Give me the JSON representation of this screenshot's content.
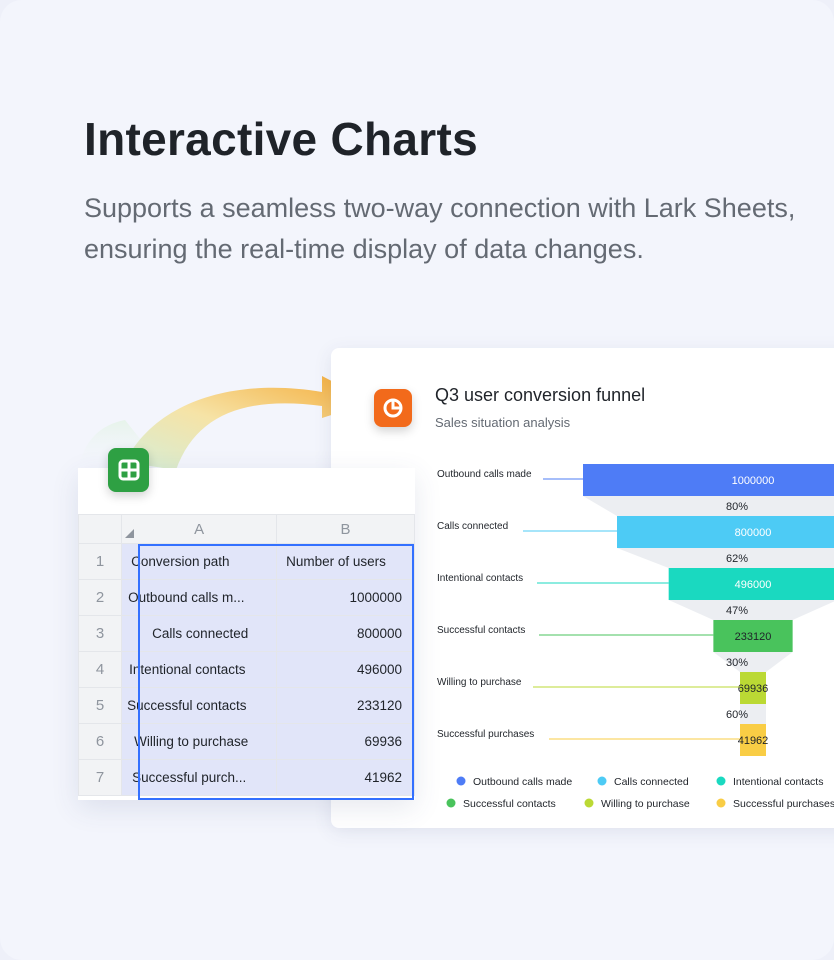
{
  "header": {
    "title": "Interactive Charts",
    "subtitle": "Supports a seamless two-way connection with Lark Sheets, ensuring the real-time display of data changes."
  },
  "icons": {
    "chart_app": "pie-chart-icon",
    "sheets_app": "grid-table-icon",
    "connector": "curved-arrow-icon"
  },
  "colors": {
    "background": "#f3f5fc",
    "selection": "#3370ff",
    "sheets_green": "#2ea043",
    "chart_orange": "#f26a1b"
  },
  "sheet": {
    "column_headers": [
      "A",
      "B"
    ],
    "rows": [
      {
        "num": "1",
        "a": "Conversion path",
        "b": "Number of users"
      },
      {
        "num": "2",
        "a": "Outbound calls m...",
        "b": "1000000"
      },
      {
        "num": "3",
        "a": "Calls connected",
        "b": "800000"
      },
      {
        "num": "4",
        "a": "Intentional contacts",
        "b": "496000"
      },
      {
        "num": "5",
        "a": "Successful contacts",
        "b": "233120"
      },
      {
        "num": "6",
        "a": "Willing to purchase",
        "b": "69936"
      },
      {
        "num": "7",
        "a": "Successful purch...",
        "b": "41962"
      }
    ]
  },
  "chart_card": {
    "title": "Q3 user conversion funnel",
    "subtitle": "Sales situation analysis"
  },
  "chart_data": {
    "type": "funnel",
    "title": "Q3 user conversion funnel",
    "subtitle": "Sales situation analysis",
    "categories": [
      "Outbound calls made",
      "Calls connected",
      "Intentional contacts",
      "Successful contacts",
      "Willing to purchase",
      "Successful purchases"
    ],
    "values": [
      1000000,
      800000,
      496000,
      233120,
      69936,
      41962
    ],
    "conversion_rates": [
      "80%",
      "62%",
      "47%",
      "30%",
      "60%"
    ],
    "colors": [
      "#4e7cf6",
      "#4dcbf5",
      "#1ad9c0",
      "#49c35c",
      "#bbd934",
      "#f9cd45"
    ],
    "legend": [
      "Outbound calls made",
      "Calls connected",
      "Intentional contacts",
      "Successful contacts",
      "Willing to purchase",
      "Successful purchases"
    ],
    "legend_position": "bottom"
  }
}
